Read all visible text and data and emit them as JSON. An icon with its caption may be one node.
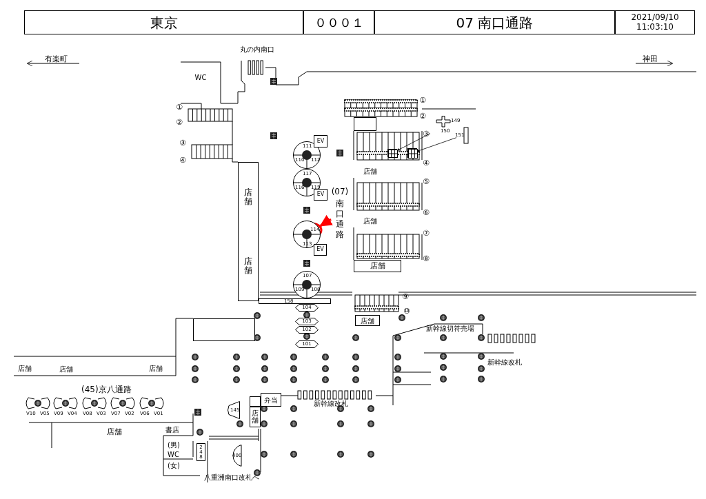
{
  "diagram": {
    "nodes": [
      {
        "text": [
          "東京"
        ]
      },
      {
        "text": [
          "０００１"
        ]
      },
      {
        "text": [
          "07 南口通路"
        ]
      },
      {
        "text": [
          "2021/09/10",
          "11:03:10"
        ]
      },
      {
        "text": [
          "WC"
        ]
      },
      {
        "text": [
          "店舗",
          "店舗"
        ]
      },
      {
        "text": [
          "111",
          "110",
          "112"
        ]
      },
      {
        "text": [
          "EV"
        ]
      },
      {
        "text": [
          "117",
          "116",
          "115"
        ]
      },
      {
        "text": [
          "EV"
        ]
      },
      {
        "text": [
          "(07)",
          "南口通路"
        ]
      },
      {
        "text": [
          "114",
          "113"
        ]
      },
      {
        "text": [
          "EV"
        ]
      },
      {
        "text": [
          "107",
          "109",
          "108"
        ]
      },
      {
        "text": [
          "158"
        ]
      },
      {
        "text": [
          "104"
        ]
      },
      {
        "text": [
          "103"
        ]
      },
      {
        "text": [
          "102"
        ]
      },
      {
        "text": [
          "101"
        ]
      },
      {
        "text": [],
        "shape": "box"
      },
      {
        "text": [
          "149",
          "150"
        ]
      },
      {
        "text": [
          "151"
        ]
      },
      {
        "text": [],
        "shape": "box"
      },
      {
        "text": [],
        "shape": "box"
      },
      {
        "text": [
          "店舗"
        ]
      },
      {
        "text": [
          "店舗"
        ]
      },
      {
        "text": [],
        "shape": "box"
      },
      {
        "text": [
          "145"
        ]
      },
      {
        "text": [],
        "shape": "box"
      },
      {
        "text": [
          "弁当"
        ]
      },
      {
        "text": [
          "店舗"
        ]
      },
      {
        "text": [
          "248"
        ]
      },
      {
        "text": [
          "400"
        ]
      }
    ],
    "edges": [
      {
        "from": 10,
        "to": 11,
        "arrow": "to",
        "style": "thick",
        "color": "#ff0000"
      },
      {
        "from": 20,
        "to": 22,
        "arrow": "to"
      },
      {
        "from": 21,
        "to": 23,
        "arrow": "to"
      }
    ],
    "labels": [
      "有楽町",
      "神田",
      "丸の内南口",
      "①",
      "②",
      "③",
      "④",
      "①",
      "②",
      "③",
      "④",
      "店舗",
      "⑤",
      "⑥",
      "店舗",
      "⑦",
      "⑧",
      "⑨",
      "⑩",
      "店舗",
      "店舗",
      "店舗",
      "新幹線切符売場",
      "新幹線改札",
      "(45)京八通路",
      "V10",
      "V05",
      "V09",
      "V04",
      "V08",
      "V03",
      "V07",
      "V02",
      "V06",
      "V01",
      "店舗",
      "書店",
      "(男)",
      "WC",
      "(女)",
      "新幹線改札",
      "八重洲南口改札へ"
    ]
  }
}
